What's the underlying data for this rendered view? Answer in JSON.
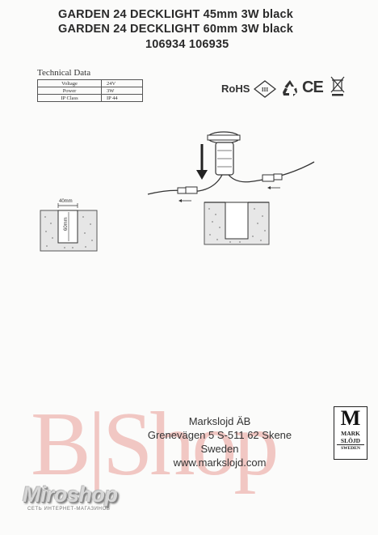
{
  "header": {
    "line1": "GARDEN 24 DECKLIGHT 45mm 3W black",
    "line2": "GARDEN 24 DECKLIGHT 60mm 3W black",
    "line3": "106934 106935"
  },
  "technical": {
    "title": "Technical Data",
    "rows": [
      {
        "key": "Voltage",
        "value": "24V"
      },
      {
        "key": "Power",
        "value": "3W"
      },
      {
        "key": "IP Class",
        "value": "IP 44"
      }
    ]
  },
  "certifications": {
    "rohs": "RoHS",
    "class3": "III",
    "ce": "CE",
    "icons": [
      "rohs-icon",
      "class-iii-icon",
      "recycle-icon",
      "ce-icon",
      "weee-bin-icon"
    ]
  },
  "diagram": {
    "width_label": "40mm",
    "depth_label": "60mm"
  },
  "company": {
    "name": "Markslojd ÄB",
    "street": "Grenevägen 5 S-511 62 Skene",
    "country": "Sweden",
    "website": "www.markslojd.com"
  },
  "logo": {
    "letter": "M",
    "line1": "MARK",
    "line2": "SLÖJD",
    "line3": "SWEDEN"
  },
  "watermark": {
    "text": "B|Shop",
    "miroshop": "Miroshop",
    "miroshop_sub": "СЕТЬ ИНТЕРНЕТ-МАГАЗИНОВ"
  }
}
